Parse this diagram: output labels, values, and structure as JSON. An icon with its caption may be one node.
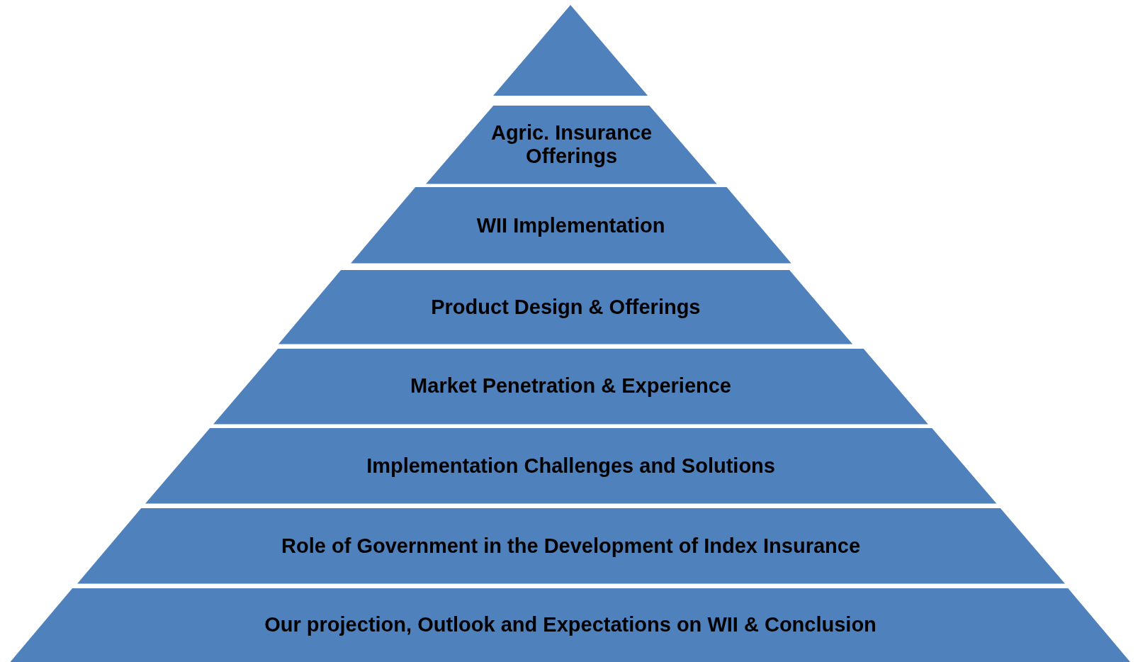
{
  "diagram": {
    "nodes": [
      {
        "text": [],
        "shape": "triangle"
      },
      {
        "text": [
          "Agric. Insurance Offerings"
        ]
      },
      {
        "text": [
          "WII Implementation"
        ]
      },
      {
        "text": [
          "Product Design & Offerings"
        ]
      },
      {
        "text": [
          "Market Penetration & Experience"
        ]
      },
      {
        "text": [
          "Implementation Challenges and Solutions"
        ]
      },
      {
        "text": [
          "Role of Government in the Development of Index Insurance"
        ]
      },
      {
        "text": [
          "Our projection, Outlook and Expectations on WII & Conclusion"
        ]
      }
    ]
  }
}
